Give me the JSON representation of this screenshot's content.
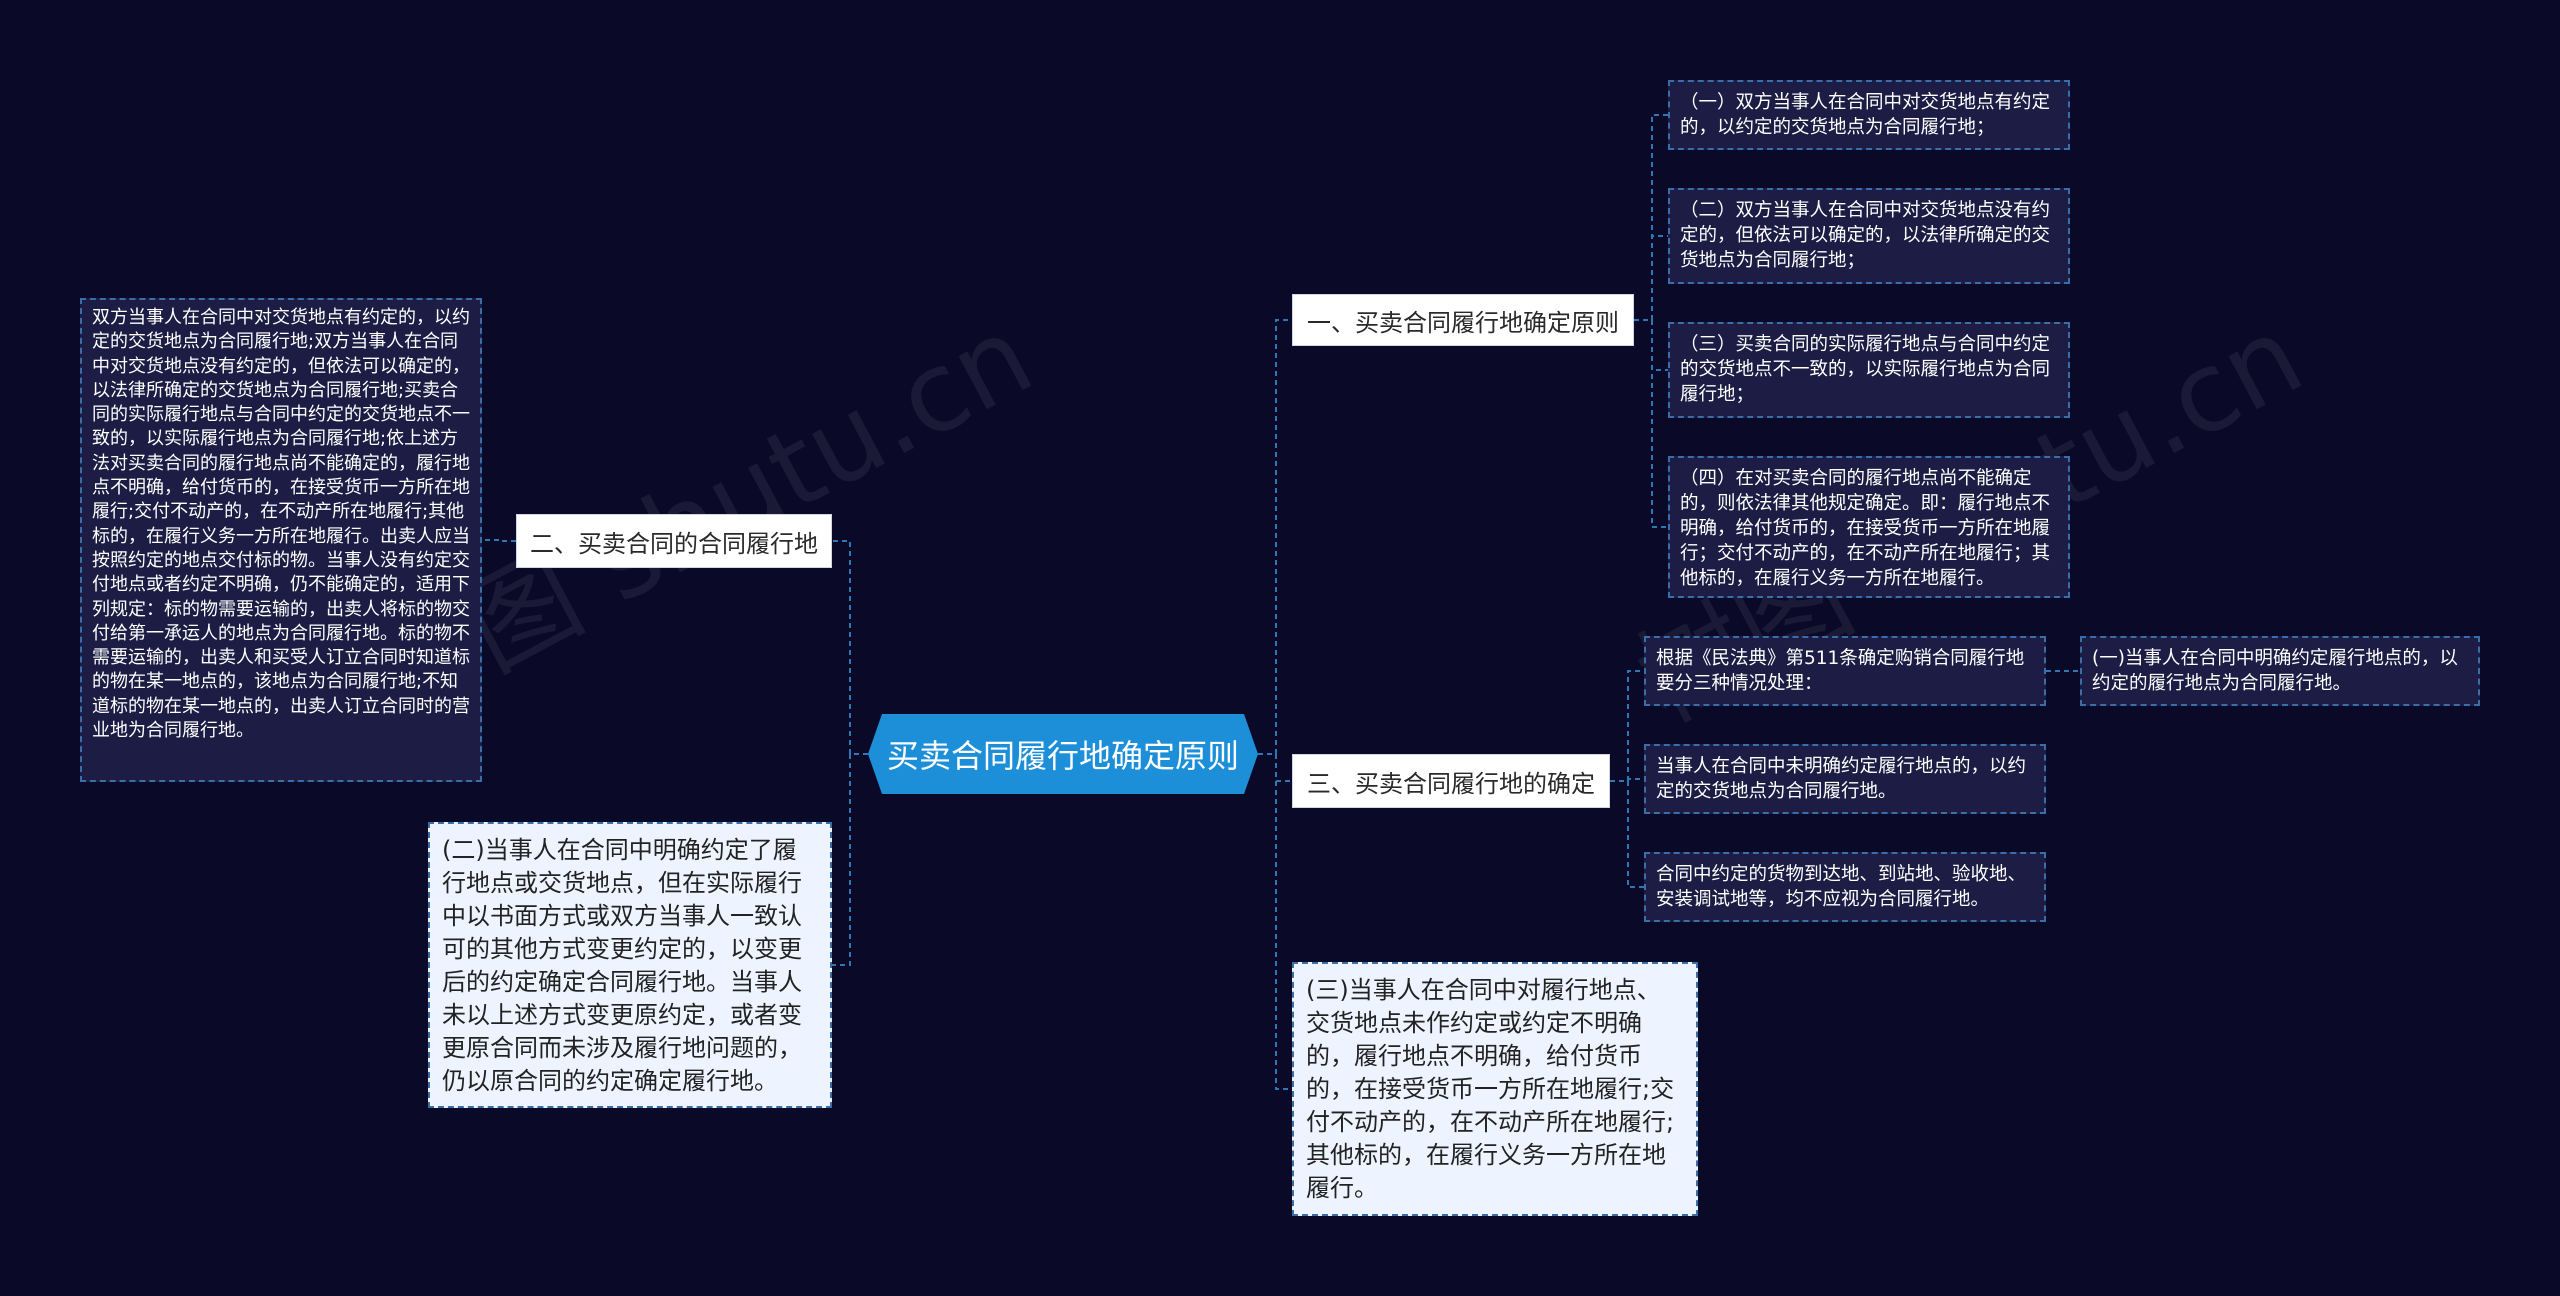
{
  "colors": {
    "background": "#0a0927",
    "root_fill": "#1d8fd8",
    "branch_fill": "#ffffff",
    "leaf_dark_fill": "#1c1c44",
    "leaf_light_fill": "#eef4ff",
    "connector": "#2e77b5"
  },
  "watermark": "树图 shutu.cn",
  "root": {
    "label": "买卖合同履行地确定原则"
  },
  "branches": {
    "b1": {
      "label": "一、买卖合同履行地确定原则"
    },
    "b2": {
      "label": "二、买卖合同的合同履行地"
    },
    "b3": {
      "label": "三、买卖合同履行地的确定"
    }
  },
  "leaves": {
    "b1_1": "（一）双方当事人在合同中对交货地点有约定的，以约定的交货地点为合同履行地；",
    "b1_2": "（二）双方当事人在合同中对交货地点没有约定的，但依法可以确定的，以法律所确定的交货地点为合同履行地；",
    "b1_3": "（三）买卖合同的实际履行地点与合同中约定的交货地点不一致的，以实际履行地点为合同履行地；",
    "b1_4": "（四）在对买卖合同的履行地点尚不能确定的，则依法律其他规定确定。即：履行地点不明确，给付货币的，在接受货币一方所在地履行；交付不动产的，在不动产所在地履行；其他标的，在履行义务一方所在地履行。",
    "b2_1": "双方当事人在合同中对交货地点有约定的，以约定的交货地点为合同履行地;双方当事人在合同中对交货地点没有约定的，但依法可以确定的，以法律所确定的交货地点为合同履行地;买卖合同的实际履行地点与合同中约定的交货地点不一致的，以实际履行地点为合同履行地;依上述方法对买卖合同的履行地点尚不能确定的，履行地点不明确，给付货币的，在接受货币一方所在地履行;交付不动产的，在不动产所在地履行;其他标的，在履行义务一方所在地履行。出卖人应当按照约定的地点交付标的物。当事人没有约定交付地点或者约定不明确，仍不能确定的，适用下列规定：标的物需要运输的，出卖人将标的物交付给第一承运人的地点为合同履行地。标的物不需要运输的，出卖人和买受人订立合同时知道标的物在某一地点的，该地点为合同履行地;不知道标的物在某一地点的，出卖人订立合同时的营业地为合同履行地。",
    "b2_2": "(二)当事人在合同中明确约定了履行地点或交货地点，但在实际履行中以书面方式或双方当事人一致认可的其他方式变更约定的，以变更后的约定确定合同履行地。当事人未以上述方式变更原约定，或者变更原合同而未涉及履行地问题的，仍以原合同的约定确定履行地。",
    "b3_1": "根据《民法典》第511条确定购销合同履行地要分三种情况处理：",
    "b3_1_1": "(一)当事人在合同中明确约定履行地点的，以约定的履行地点为合同履行地。",
    "b3_2": "当事人在合同中未明确约定履行地点的，以约定的交货地点为合同履行地。",
    "b3_3": "合同中约定的货物到达地、到站地、验收地、安装调试地等，均不应视为合同履行地。",
    "b3_4": "(三)当事人在合同中对履行地点、交货地点未作约定或约定不明确的，履行地点不明确，给付货币的，在接受货币一方所在地履行;交付不动产的，在不动产所在地履行;其他标的，在履行义务一方所在地履行。"
  }
}
